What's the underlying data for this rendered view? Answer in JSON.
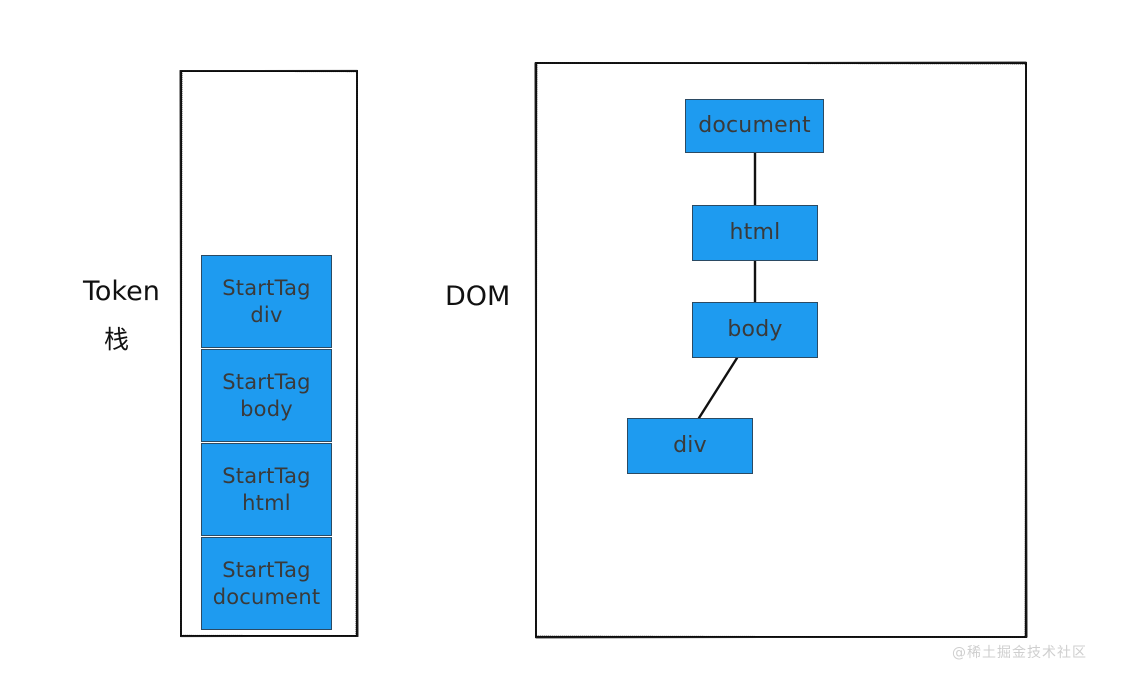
{
  "diagram": {
    "title_left": "Token",
    "subtitle_left": "栈",
    "title_right": "DOM",
    "watermark": "@稀土掘金技术社区",
    "colors": {
      "node_fill": "#1E9BF0",
      "node_border": "#2b4a63",
      "node_text": "#3a3a3a",
      "frame": "#111111",
      "watermark": "#cfcfcf"
    }
  },
  "token_stack": {
    "panel_name": "token-stack-panel",
    "items": [
      {
        "line1": "StartTag",
        "line2": "div"
      },
      {
        "line1": "StartTag",
        "line2": "body"
      },
      {
        "line1": "StartTag",
        "line2": "html"
      },
      {
        "line1": "StartTag",
        "line2": "document"
      }
    ]
  },
  "dom_tree": {
    "panel_name": "dom-tree-panel",
    "nodes": [
      {
        "label": "document"
      },
      {
        "label": "html"
      },
      {
        "label": "body"
      },
      {
        "label": "div"
      }
    ],
    "edges": [
      {
        "from": "document",
        "to": "html"
      },
      {
        "from": "html",
        "to": "body"
      },
      {
        "from": "body",
        "to": "div"
      }
    ]
  }
}
